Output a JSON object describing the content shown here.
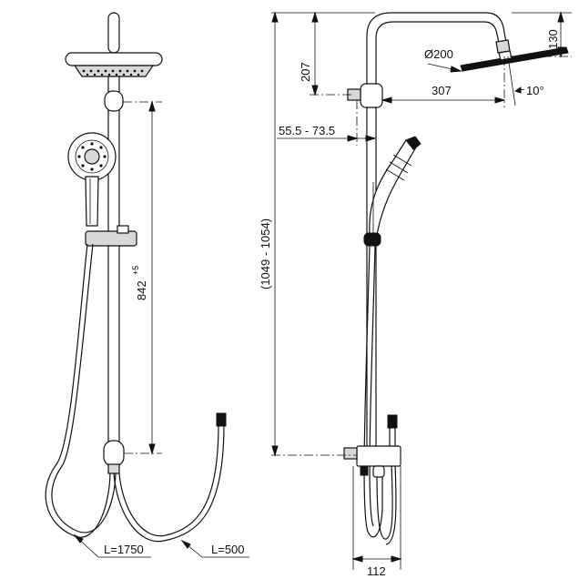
{
  "dimensions": {
    "rail_height": "842",
    "rail_tolerance": "+5",
    "hose_handshower": "L=1750",
    "hose_overhead": "L=500",
    "total_height": "(1049 - 1054)",
    "arm_height": "207",
    "head_drop": "130",
    "head_diameter": "Ø200",
    "arm_reach": "307",
    "head_angle": "10°",
    "wall_distance": "55.5 - 73.5",
    "valve_width": "112"
  },
  "colors": {
    "line": "#111111",
    "background": "#ffffff"
  },
  "icons": [
    "overhead-shower-icon",
    "hand-shower-icon",
    "mixer-valve-icon"
  ]
}
